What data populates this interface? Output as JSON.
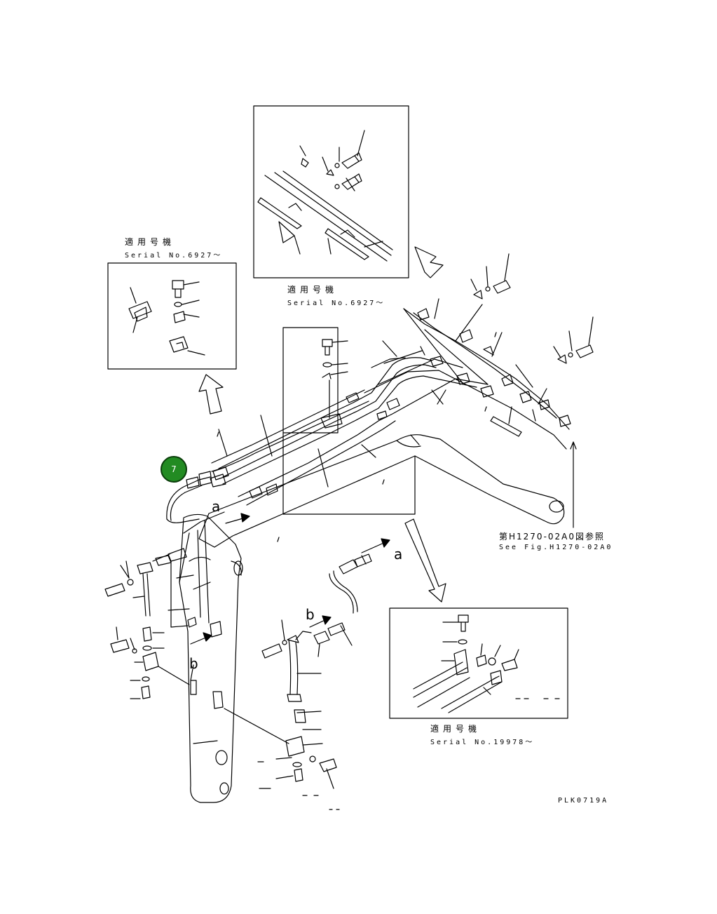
{
  "marker": {
    "label": "7",
    "color": "#228b22"
  },
  "insets": {
    "top_center": {
      "caption_jp": "適用号機",
      "caption_serial": "Serial No.6927〜"
    },
    "left": {
      "caption_jp": "適用号機",
      "caption_serial": "Serial No.6927〜"
    },
    "bottom_right": {
      "caption_jp": "適用号機",
      "caption_serial": "Serial No.19978〜"
    }
  },
  "reference": {
    "jp": "第H1270-02A0図参照",
    "en": "See Fig.H1270-02A0"
  },
  "callouts": {
    "a1": "a",
    "a2": "a",
    "b1": "b",
    "b2": "b"
  },
  "drawing_code": "PLK0719A"
}
